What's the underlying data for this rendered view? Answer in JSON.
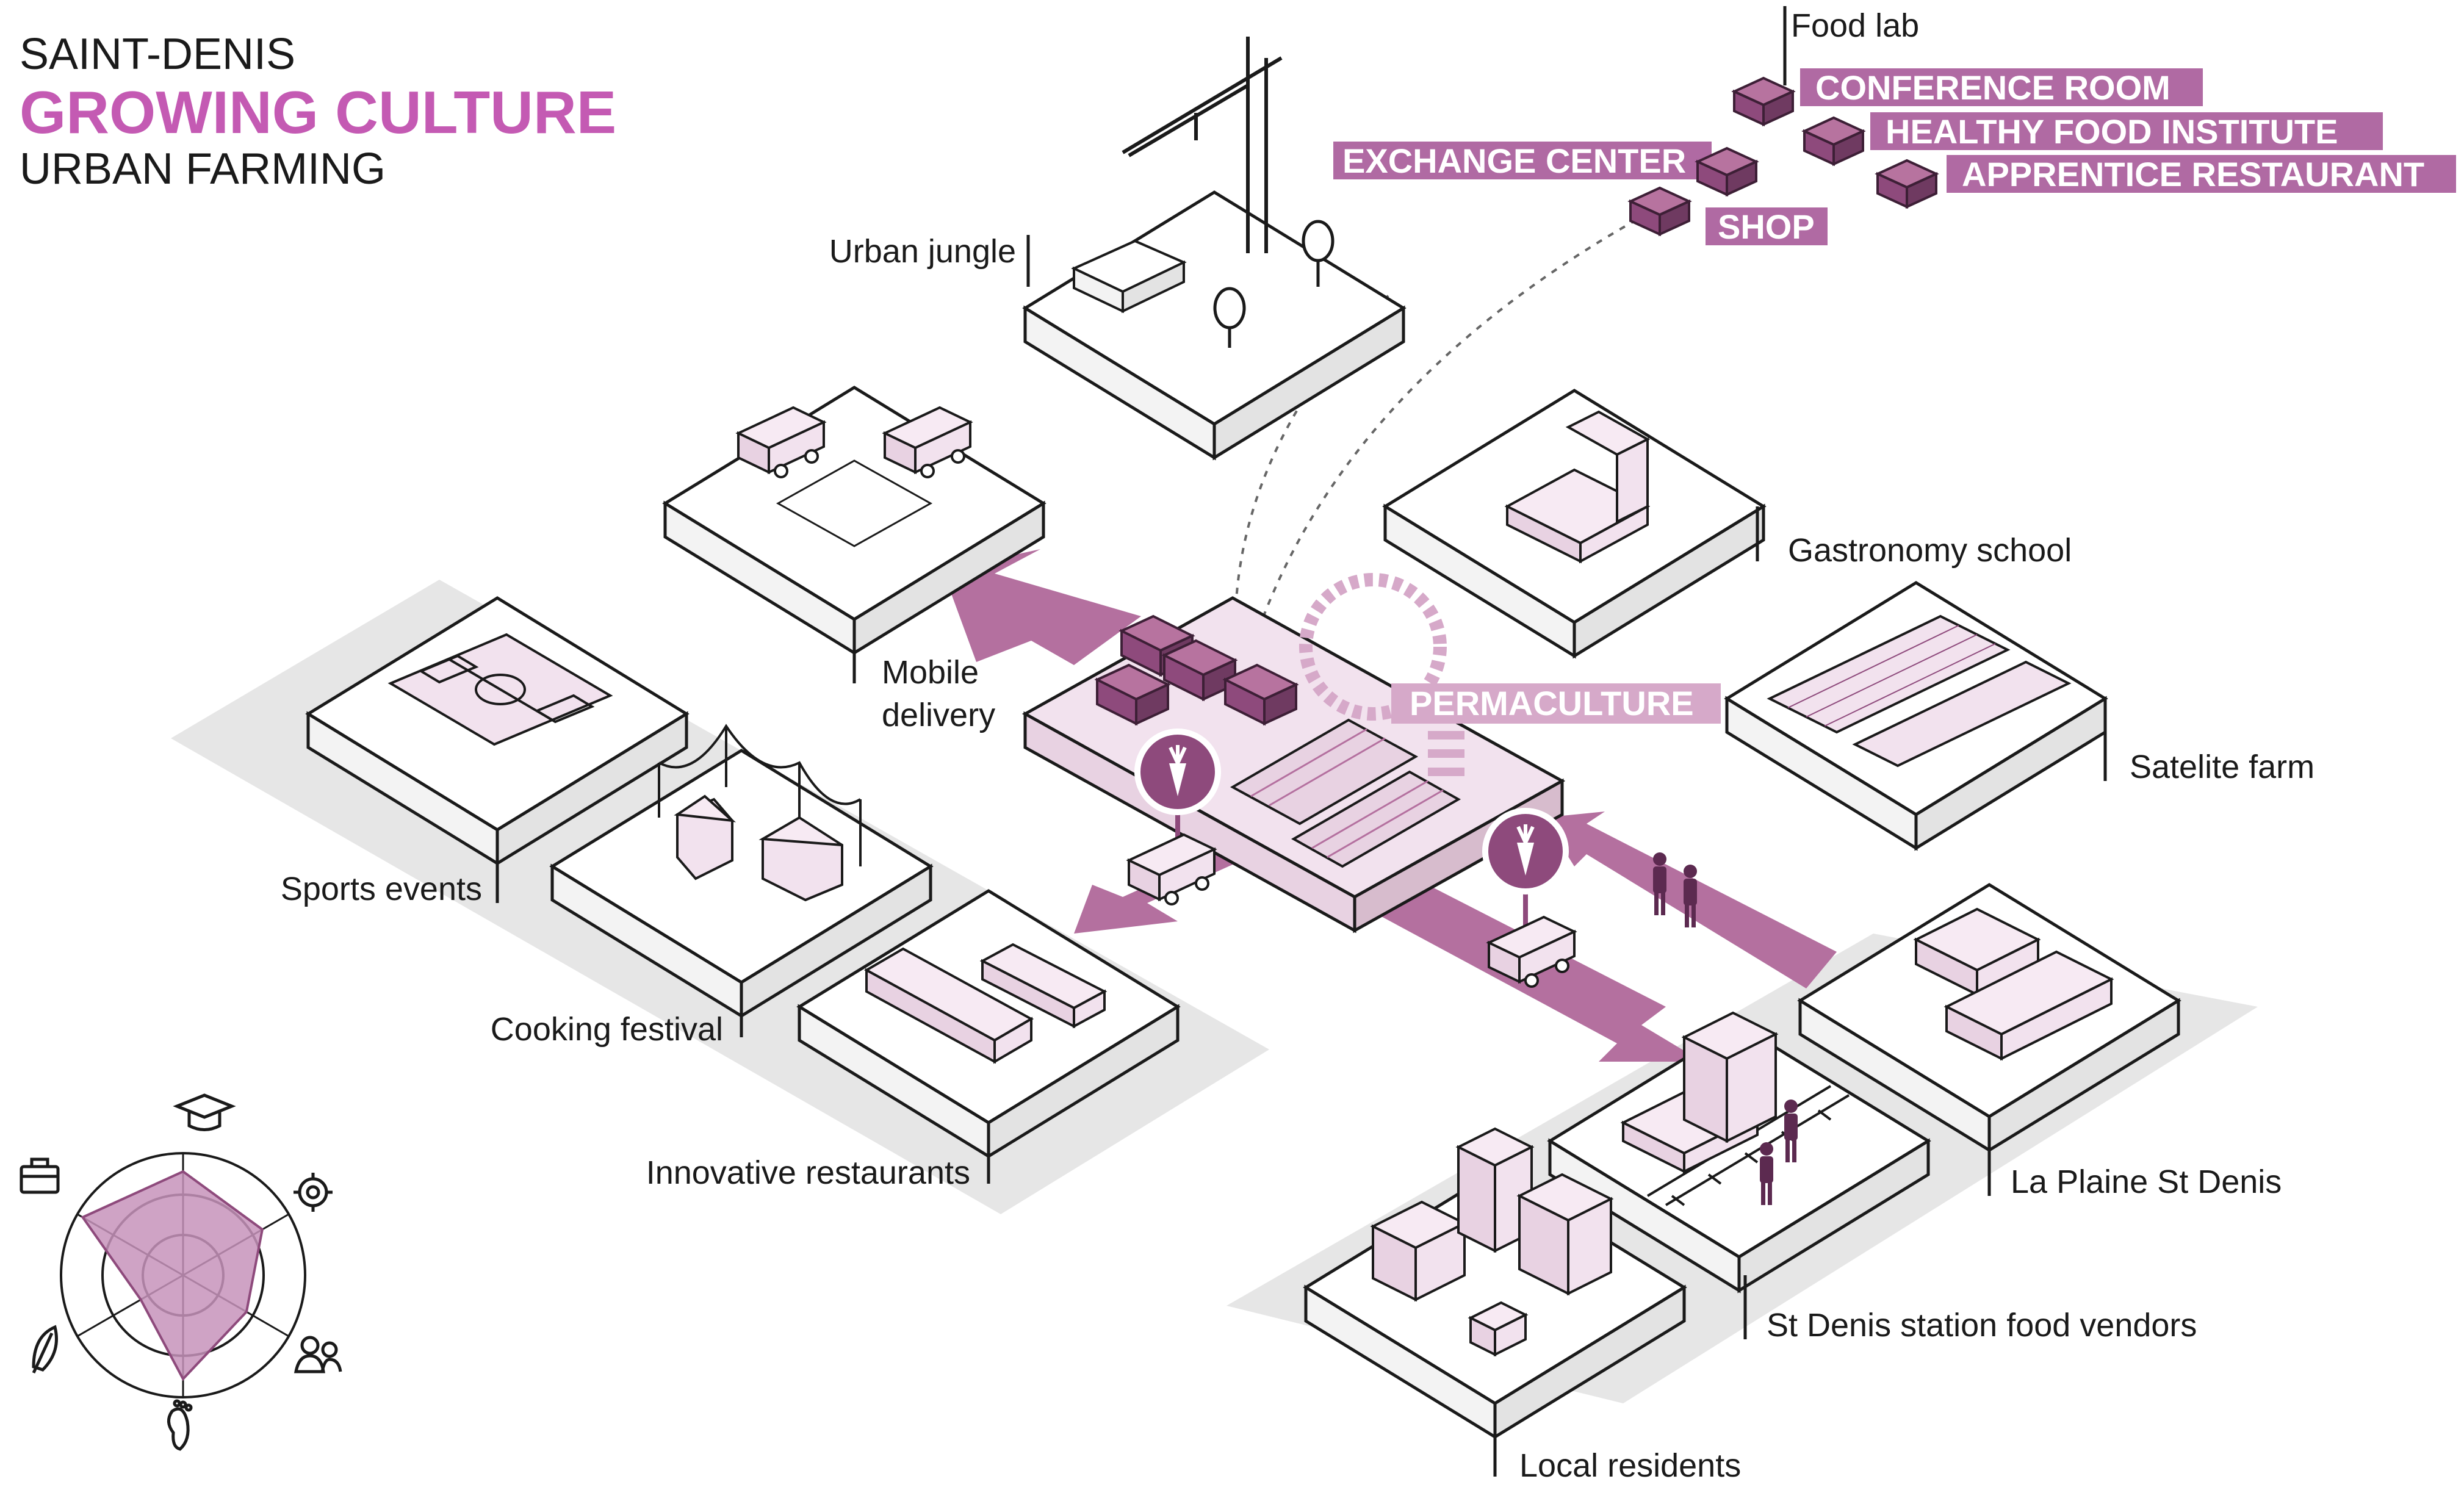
{
  "header": {
    "city": "SAINT-DENIS",
    "project": "GROWING CULTURE",
    "theme": "URBAN FARMING"
  },
  "colors": {
    "accent": "#c45ab3",
    "tag_fill": "#b06aa3",
    "arrow": "#b4709f",
    "building_fill": "#f2e2ee",
    "container_fill": "#8e4a7c",
    "shadow": "#e6e6e6"
  },
  "food_lab": {
    "label": "Food lab",
    "tags": [
      "CONFERENCE ROOM",
      "HEALTHY FOOD INSTITUTE",
      "EXCHANGE CENTER",
      "APPRENTICE RESTAURANT",
      "SHOP"
    ]
  },
  "center": {
    "label": "PERMACULTURE",
    "icon": "carrot-icon"
  },
  "places": {
    "urban_jungle": "Urban jungle",
    "mobile_delivery_1": "Mobile",
    "mobile_delivery_2": "delivery",
    "gastronomy_school": "Gastronomy school",
    "satelite_farm": "Satelite farm",
    "sports_events": "Sports events",
    "cooking_festival": "Cooking festival",
    "innovative_restaurants": "Innovative restaurants",
    "la_plaine": "La Plaine St Denis",
    "station_vendors": "St Denis station food vendors",
    "local_residents": "Local residents"
  },
  "radar": {
    "axes": [
      "graduation-cap-icon",
      "gear-icon",
      "people-icon",
      "footprint-icon",
      "leaf-icon",
      "briefcase-icon"
    ],
    "values": [
      0.85,
      0.75,
      0.6,
      0.85,
      0.4,
      0.95
    ]
  }
}
